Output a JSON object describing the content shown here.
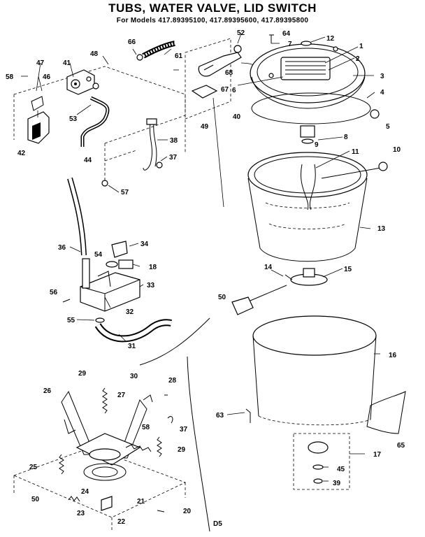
{
  "header": {
    "title": "TUBS, WATER VALVE, LID SWITCH",
    "subtitle": "For Models 417.89395100, 417.89395600, 417.89395800"
  },
  "footer": {
    "code": "D5"
  },
  "part_labels": {
    "p1": "1",
    "p2": "2",
    "p3": "3",
    "p4": "4",
    "p5": "5",
    "p6": "6",
    "p7": "7",
    "p8": "8",
    "p9": "9",
    "p10": "10",
    "p11": "11",
    "p12": "12",
    "p13": "13",
    "p14": "14",
    "p15": "15",
    "p16": "16",
    "p17": "17",
    "p18": "18",
    "p20": "20",
    "p21": "21",
    "p22": "22",
    "p23": "23",
    "p24": "24",
    "p25": "25",
    "p26": "26",
    "p27": "27",
    "p28": "28",
    "p29a": "29",
    "p29b": "29",
    "p30": "30",
    "p31": "31",
    "p32": "32",
    "p33": "33",
    "p34": "34",
    "p36": "36",
    "p37a": "37",
    "p37b": "37",
    "p38": "38",
    "p39": "39",
    "p40": "40",
    "p41": "41",
    "p42": "42",
    "p44": "44",
    "p45": "45",
    "p46": "46",
    "p47": "47",
    "p48": "48",
    "p49": "49",
    "p50a": "50",
    "p50b": "50",
    "p52": "52",
    "p53": "53",
    "p54": "54",
    "p55": "55",
    "p56": "56",
    "p57": "57",
    "p58a": "58",
    "p58b": "58",
    "p61": "61",
    "p63": "63",
    "p64": "64",
    "p65": "65",
    "p66": "66",
    "p67": "67",
    "p68": "68"
  }
}
